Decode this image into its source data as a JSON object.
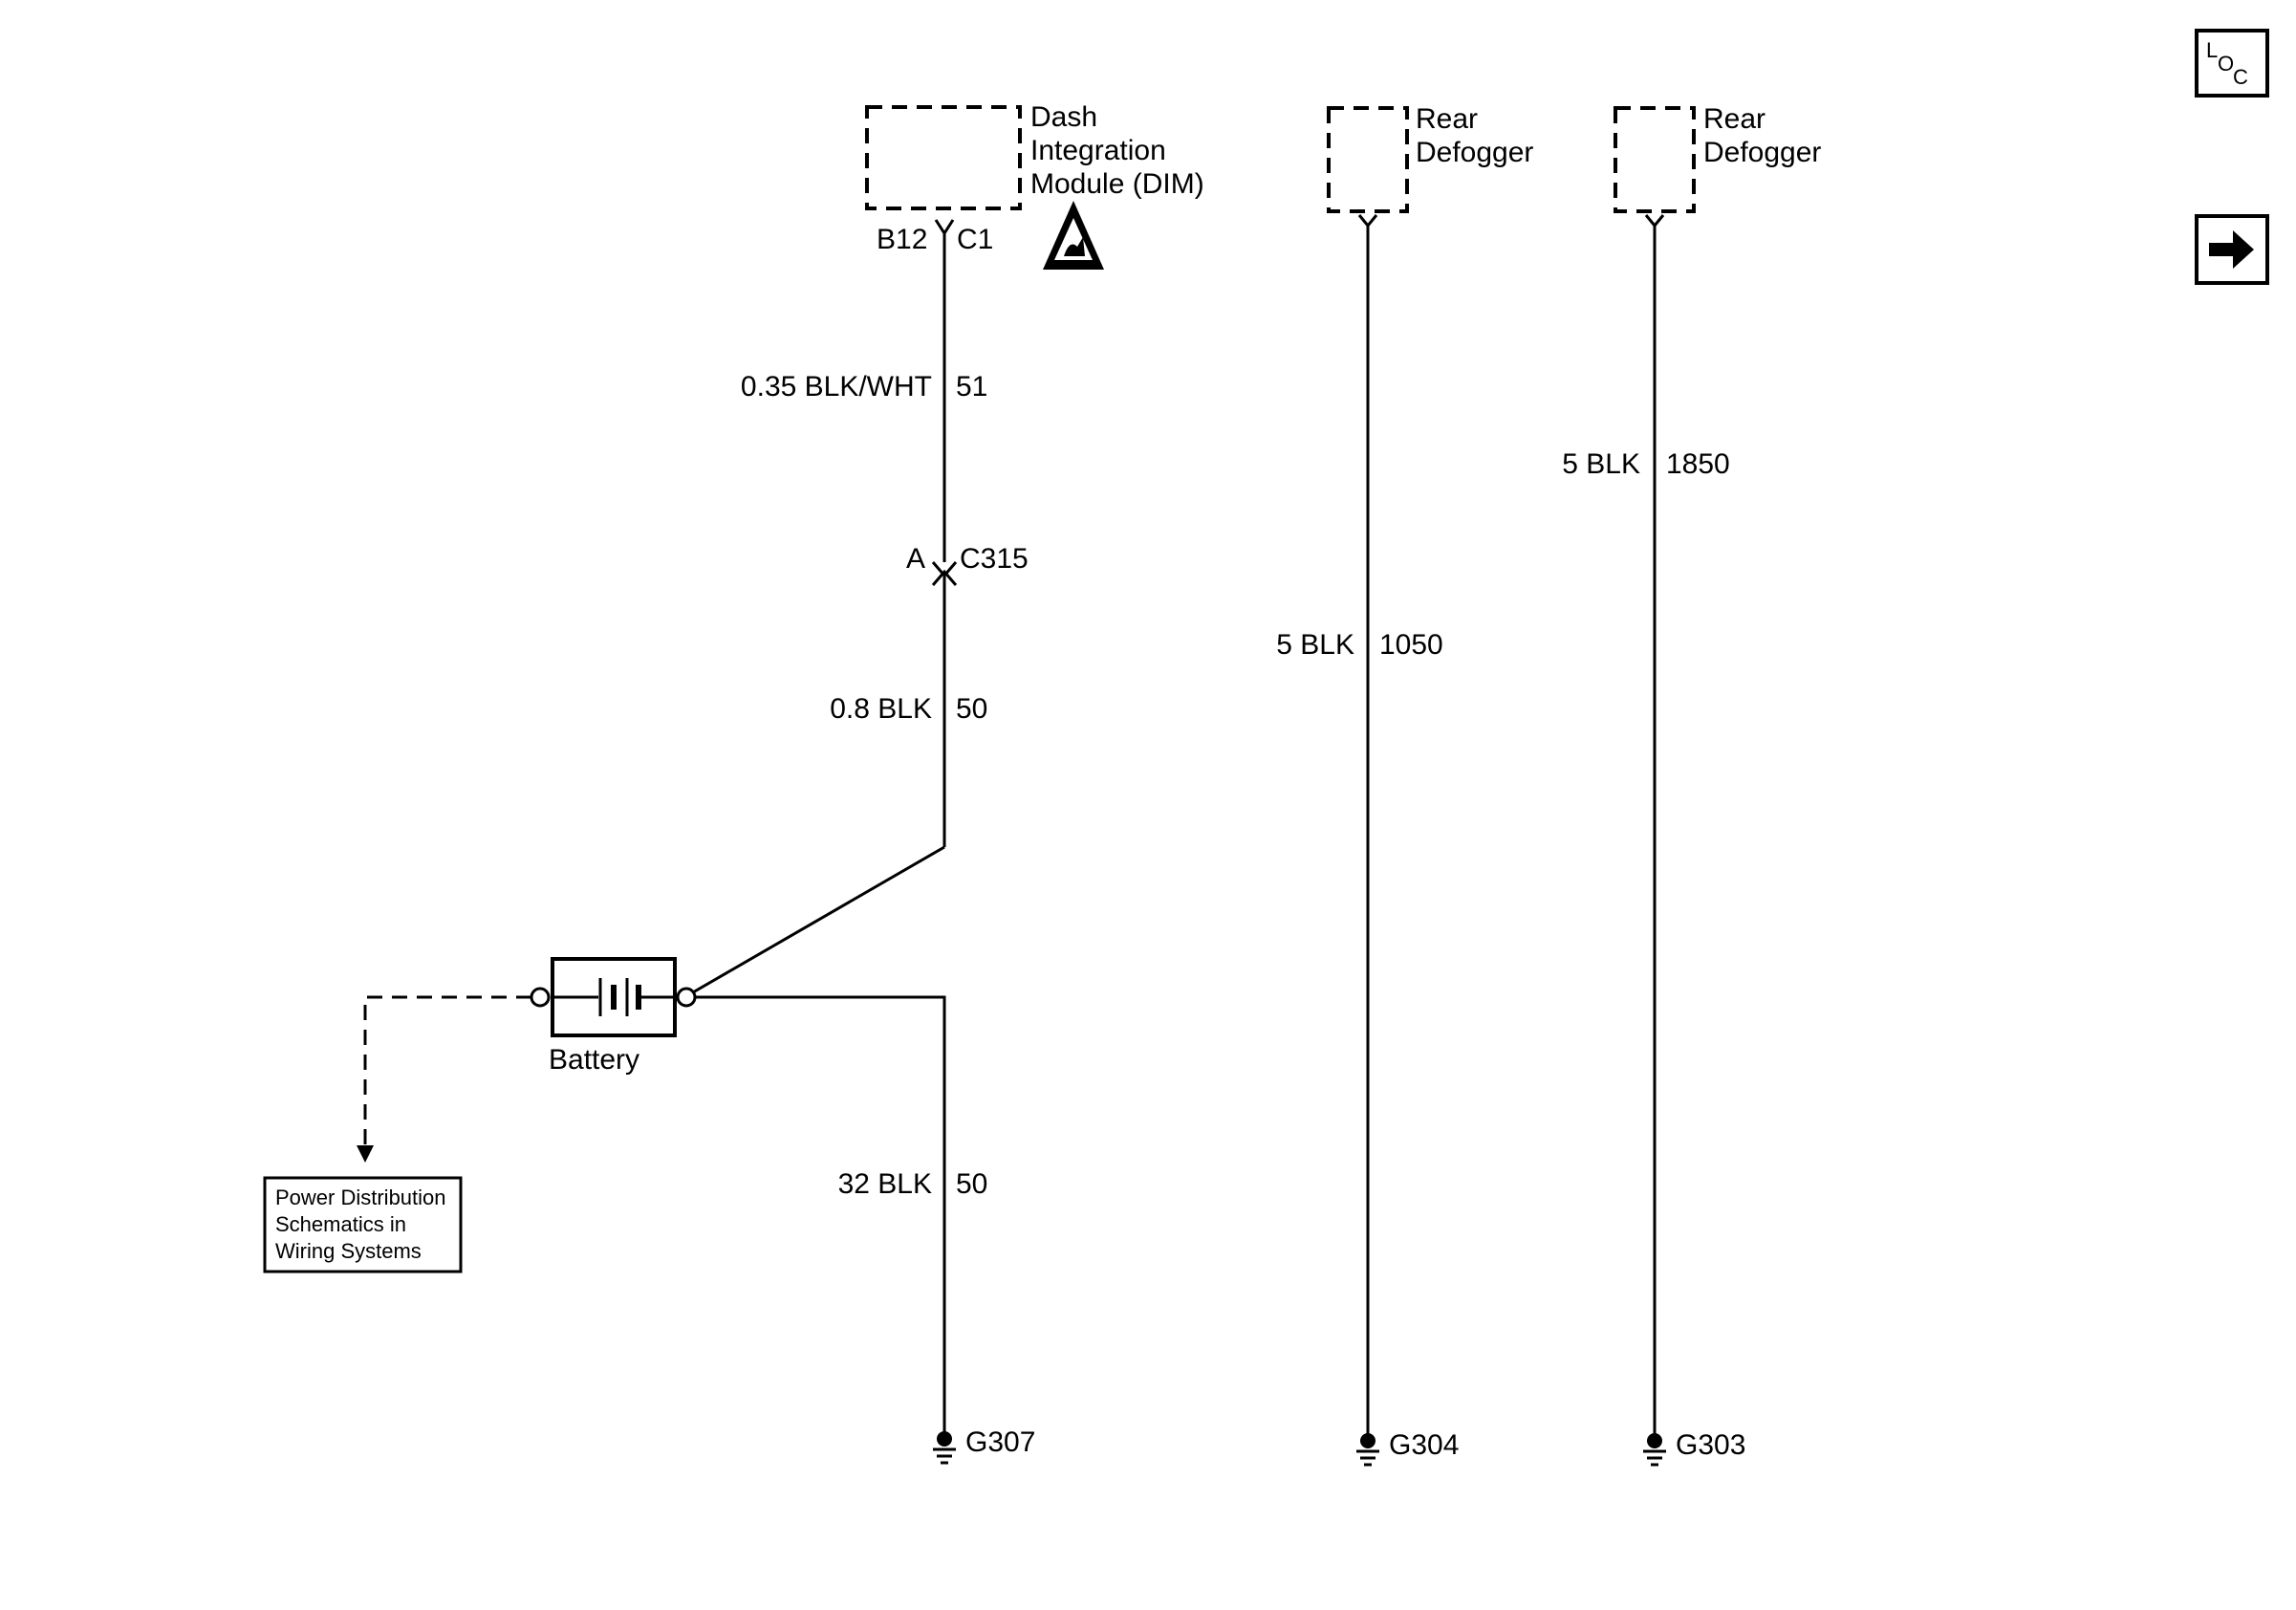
{
  "modules": {
    "dim": {
      "name_line1": "Dash",
      "name_line2": "Integration",
      "name_line3": "Module (DIM)",
      "pin": "B12",
      "connector": "C1"
    },
    "rear_defogger_1": {
      "name_line1": "Rear",
      "name_line2": "Defogger"
    },
    "rear_defogger_2": {
      "name_line1": "Rear",
      "name_line2": "Defogger"
    }
  },
  "wires": {
    "dim_wire": {
      "size_color": "0.35 BLK/WHT",
      "circuit": "51"
    },
    "c315": {
      "pin": "A",
      "connector": "C315"
    },
    "battery_ground_upper": {
      "size_color": "0.8 BLK",
      "circuit": "50"
    },
    "battery_ground_lower": {
      "size_color": "32 BLK",
      "circuit": "50"
    },
    "defogger1_wire": {
      "size_color": "5 BLK",
      "circuit": "1050"
    },
    "defogger2_wire": {
      "size_color": "5 BLK",
      "circuit": "1850"
    }
  },
  "battery": {
    "label": "Battery"
  },
  "reference_box": {
    "line1": "Power Distribution",
    "line2": "Schematics in",
    "line3": "Wiring Systems"
  },
  "grounds": {
    "g307": "G307",
    "g304": "G304",
    "g303": "G303"
  },
  "nav": {
    "loc_l": "L",
    "loc_o": "O",
    "loc_c": "C",
    "next_icon": "arrow-right-icon"
  }
}
